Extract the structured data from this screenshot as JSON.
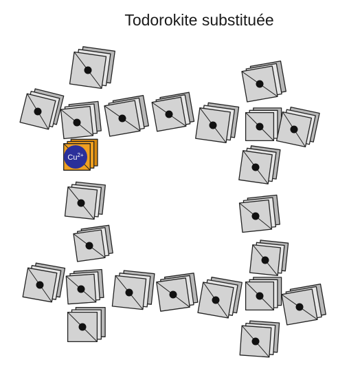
{
  "title": "Todorokite substituée",
  "ion": {
    "label": "Cu",
    "charge": "2+"
  },
  "colors": {
    "octahedron_fill": "#d3d3d3",
    "octahedron_shade": "#b8b8b8",
    "octahedron_light": "#e6e6e6",
    "octahedron_edge": "#222222",
    "cation_dot": "#111111",
    "substituted_fill": "#f0a020",
    "substituted_shade": "#d98a10",
    "ion_circle": "#2a2f9a",
    "ion_text": "#ffffff"
  },
  "structure": {
    "framework": "tunnel of edge-sharing octahedra",
    "tunnel_size": "3x3",
    "substituted_octahedra": 1
  }
}
